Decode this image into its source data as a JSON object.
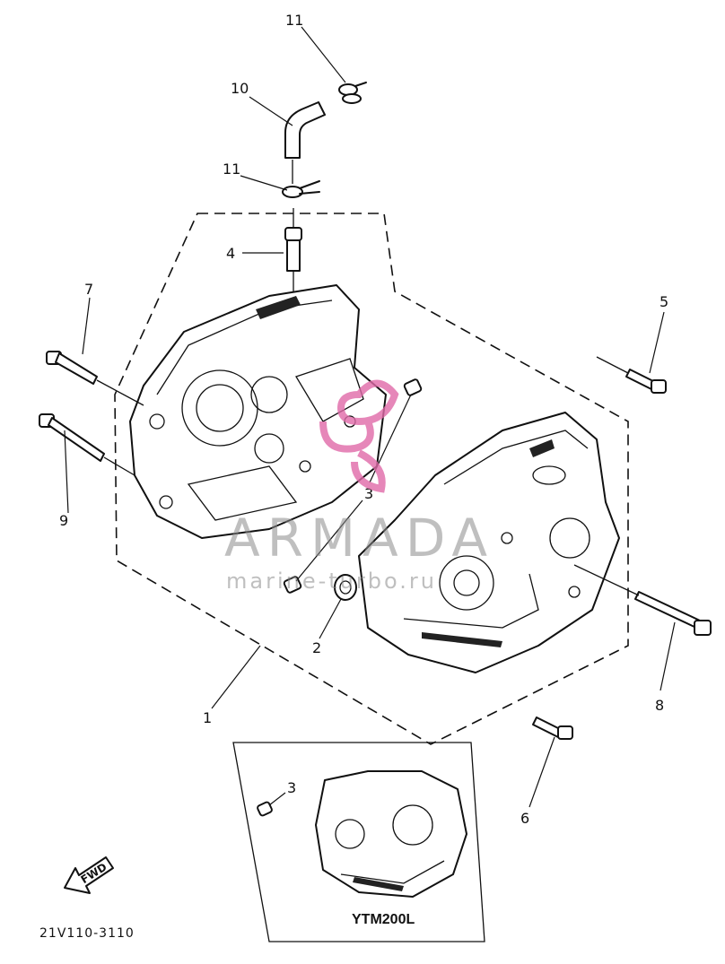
{
  "diagram": {
    "callouts": {
      "c1": "1",
      "c2": "2",
      "c3a": "3",
      "c3b": "3",
      "c4": "4",
      "c5": "5",
      "c6": "6",
      "c7": "7",
      "c8": "8",
      "c9": "9",
      "c10": "10",
      "c11a": "11",
      "c11b": "11"
    },
    "inset_model": "YTM200L",
    "fwd_label": "FWD",
    "drawing_code": "21V110-3110"
  },
  "watermark": {
    "brand": "ARMADA",
    "tagline": "marine-turbo.ru",
    "logo_color": "#e06aa8"
  }
}
